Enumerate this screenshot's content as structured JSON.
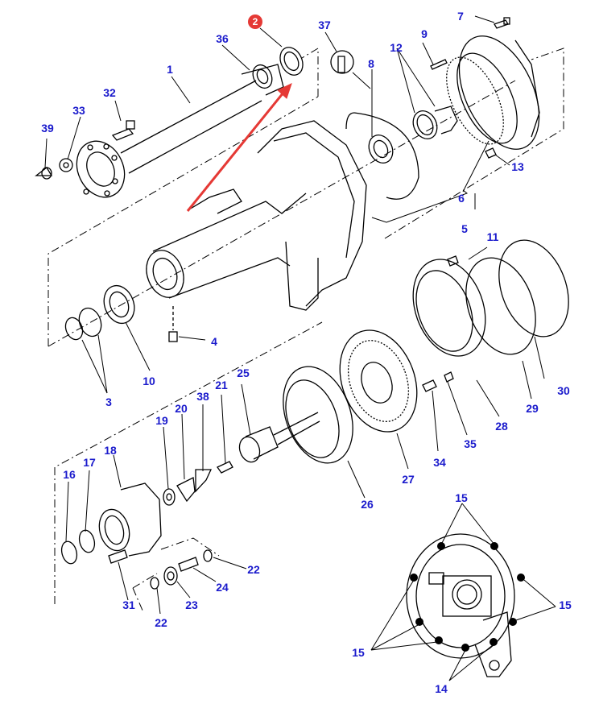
{
  "diagram": {
    "title": "Rear axle / final drive exploded parts view",
    "highlight_color": "#e53935",
    "label_color": "#1a1acc",
    "highlighted_part": "2",
    "callouts": [
      {
        "id": "c1",
        "text": "1"
      },
      {
        "id": "c2",
        "text": "2",
        "highlighted": true
      },
      {
        "id": "c3",
        "text": "3"
      },
      {
        "id": "c4",
        "text": "4"
      },
      {
        "id": "c5",
        "text": "5"
      },
      {
        "id": "c6",
        "text": "6"
      },
      {
        "id": "c7",
        "text": "7"
      },
      {
        "id": "c8",
        "text": "8"
      },
      {
        "id": "c9",
        "text": "9"
      },
      {
        "id": "c10",
        "text": "10"
      },
      {
        "id": "c11",
        "text": "11"
      },
      {
        "id": "c12",
        "text": "12"
      },
      {
        "id": "c13",
        "text": "13"
      },
      {
        "id": "c14",
        "text": "14"
      },
      {
        "id": "c15a",
        "text": "15"
      },
      {
        "id": "c15b",
        "text": "15"
      },
      {
        "id": "c15c",
        "text": "15"
      },
      {
        "id": "c16",
        "text": "16"
      },
      {
        "id": "c17",
        "text": "17"
      },
      {
        "id": "c18",
        "text": "18"
      },
      {
        "id": "c19",
        "text": "19"
      },
      {
        "id": "c20",
        "text": "20"
      },
      {
        "id": "c21",
        "text": "21"
      },
      {
        "id": "c22a",
        "text": "22"
      },
      {
        "id": "c22b",
        "text": "22"
      },
      {
        "id": "c23",
        "text": "23"
      },
      {
        "id": "c24",
        "text": "24"
      },
      {
        "id": "c25",
        "text": "25"
      },
      {
        "id": "c26",
        "text": "26"
      },
      {
        "id": "c27",
        "text": "27"
      },
      {
        "id": "c28",
        "text": "28"
      },
      {
        "id": "c29",
        "text": "29"
      },
      {
        "id": "c30",
        "text": "30"
      },
      {
        "id": "c31",
        "text": "31"
      },
      {
        "id": "c32",
        "text": "32"
      },
      {
        "id": "c33",
        "text": "33"
      },
      {
        "id": "c34",
        "text": "34"
      },
      {
        "id": "c35",
        "text": "35"
      },
      {
        "id": "c36",
        "text": "36"
      },
      {
        "id": "c37",
        "text": "37"
      },
      {
        "id": "c38",
        "text": "38"
      },
      {
        "id": "c39",
        "text": "39"
      }
    ]
  }
}
